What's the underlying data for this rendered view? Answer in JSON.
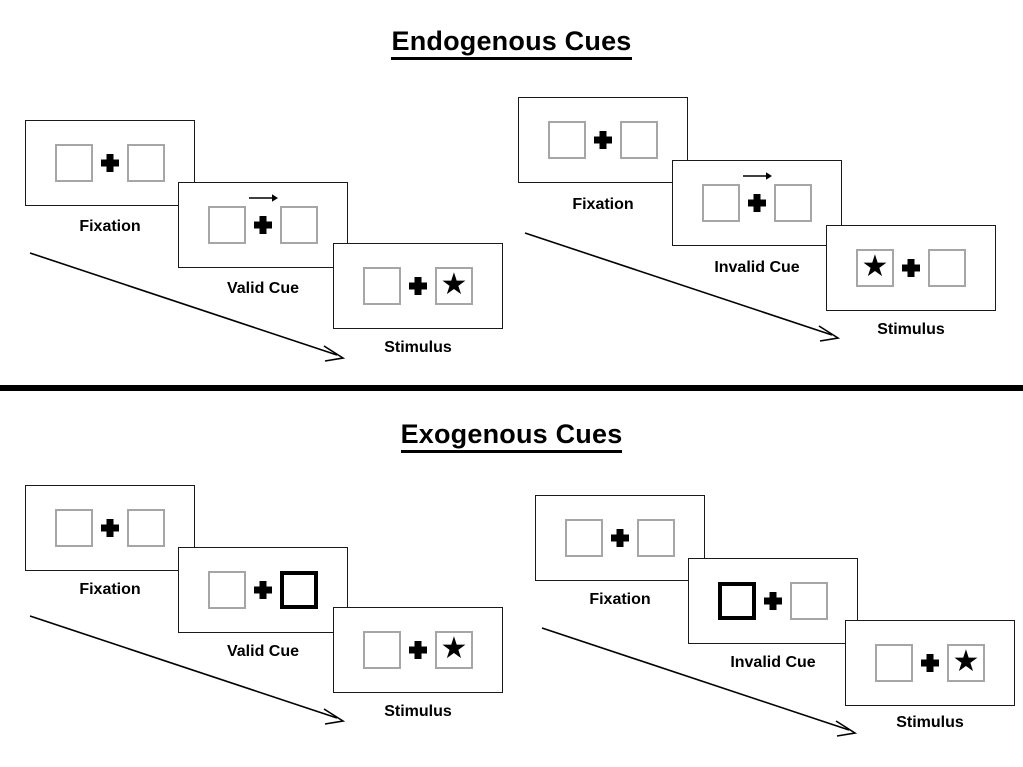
{
  "figure": {
    "title_top": "Endogenous Cues",
    "title_bottom": "Exogenous Cues"
  },
  "sections": [
    {
      "id": "endogenous",
      "title": "Endogenous Cues",
      "columns": [
        {
          "id": "endogenous-valid",
          "panels": [
            {
              "id": "endogenous-valid-fixation",
              "caption": "Fixation",
              "left_box": {
                "star": false,
                "highlight": false
              },
              "right_box": {
                "star": false,
                "highlight": false
              },
              "arrow_cue": "none"
            },
            {
              "id": "endogenous-valid-cue",
              "caption": "Valid Cue",
              "left_box": {
                "star": false,
                "highlight": false
              },
              "right_box": {
                "star": false,
                "highlight": false
              },
              "arrow_cue": "right"
            },
            {
              "id": "endogenous-valid-stimulus",
              "caption": "Stimulus",
              "left_box": {
                "star": false,
                "highlight": false
              },
              "right_box": {
                "star": true,
                "highlight": false
              },
              "arrow_cue": "none"
            }
          ]
        },
        {
          "id": "endogenous-invalid",
          "panels": [
            {
              "id": "endogenous-invalid-fixation",
              "caption": "Fixation",
              "left_box": {
                "star": false,
                "highlight": false
              },
              "right_box": {
                "star": false,
                "highlight": false
              },
              "arrow_cue": "none"
            },
            {
              "id": "endogenous-invalid-cue",
              "caption": "Invalid Cue",
              "left_box": {
                "star": false,
                "highlight": false
              },
              "right_box": {
                "star": false,
                "highlight": false
              },
              "arrow_cue": "right"
            },
            {
              "id": "endogenous-invalid-stimulus",
              "caption": "Stimulus",
              "left_box": {
                "star": true,
                "highlight": false
              },
              "right_box": {
                "star": false,
                "highlight": false
              },
              "arrow_cue": "none"
            }
          ]
        }
      ]
    },
    {
      "id": "exogenous",
      "title": "Exogenous Cues",
      "columns": [
        {
          "id": "exogenous-valid",
          "panels": [
            {
              "id": "exogenous-valid-fixation",
              "caption": "Fixation",
              "left_box": {
                "star": false,
                "highlight": false
              },
              "right_box": {
                "star": false,
                "highlight": false
              },
              "arrow_cue": "none"
            },
            {
              "id": "exogenous-valid-cue",
              "caption": "Valid Cue",
              "left_box": {
                "star": false,
                "highlight": false
              },
              "right_box": {
                "star": false,
                "highlight": true
              },
              "arrow_cue": "none"
            },
            {
              "id": "exogenous-valid-stimulus",
              "caption": "Stimulus",
              "left_box": {
                "star": false,
                "highlight": false
              },
              "right_box": {
                "star": true,
                "highlight": false
              },
              "arrow_cue": "none"
            }
          ]
        },
        {
          "id": "exogenous-invalid",
          "panels": [
            {
              "id": "exogenous-invalid-fixation",
              "caption": "Fixation",
              "left_box": {
                "star": false,
                "highlight": false
              },
              "right_box": {
                "star": false,
                "highlight": false
              },
              "arrow_cue": "none"
            },
            {
              "id": "exogenous-invalid-cue",
              "caption": "Invalid Cue",
              "left_box": {
                "star": false,
                "highlight": true
              },
              "right_box": {
                "star": false,
                "highlight": false
              },
              "arrow_cue": "none"
            },
            {
              "id": "exogenous-invalid-stimulus",
              "caption": "Stimulus",
              "left_box": {
                "star": false,
                "highlight": false
              },
              "right_box": {
                "star": true,
                "highlight": false
              },
              "arrow_cue": "none"
            }
          ]
        }
      ]
    }
  ],
  "glyphs": {
    "star": "★"
  },
  "colors": {
    "ink": "#000000",
    "panel_border": "#1a1a1a",
    "box_border": "#a6a6a6",
    "box_border_highlight": "#000000",
    "background": "#ffffff"
  },
  "captions": {
    "fixation": "Fixation",
    "valid_cue": "Valid Cue",
    "invalid_cue": "Invalid Cue",
    "stimulus": "Stimulus"
  }
}
